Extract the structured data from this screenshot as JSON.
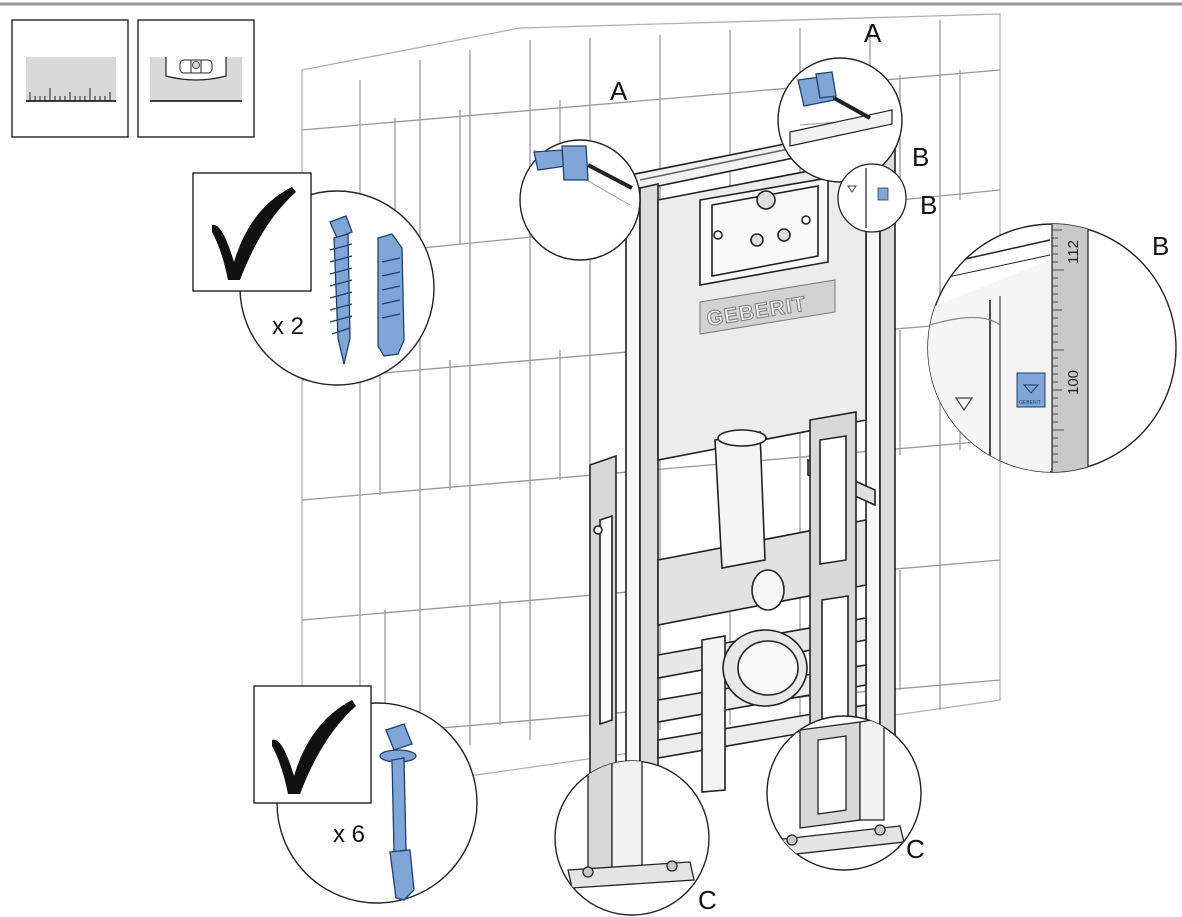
{
  "callouts": {
    "a_left": "A",
    "a_right": "A",
    "b_frame_1": "B",
    "b_frame_2": "B",
    "b_detail": "B",
    "c_left": "C",
    "c_right": "C"
  },
  "fixings": {
    "wall_screw_qty": "x 2",
    "floor_bolt_qty": "x 6"
  },
  "frame": {
    "brand": "GEBERIT"
  },
  "detail_b": {
    "ruler_upper": "112",
    "ruler_lower": "100",
    "plate_brand": "GEBERIT"
  },
  "colors": {
    "hardware_blue": "#7fa6d6",
    "frame_grey": "#dcdcdc",
    "wall_line": "#9a9a9a"
  },
  "icons": [
    "measuring-tape-icon",
    "spirit-level-icon",
    "check-icon"
  ]
}
